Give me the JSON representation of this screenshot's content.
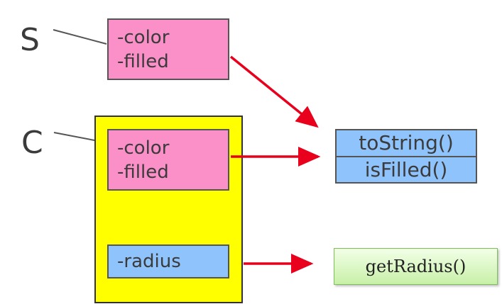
{
  "labels": {
    "s": "S",
    "c": "C"
  },
  "s_object": {
    "fields": [
      "-color",
      "-filled"
    ]
  },
  "c_object": {
    "inherited_fields": [
      "-color",
      "-filled"
    ],
    "own_fields": [
      "-radius"
    ]
  },
  "shape_methods": [
    "toString()",
    "isFilled()"
  ],
  "circle_methods": [
    "getRadius()"
  ],
  "colors": {
    "pink": "#fb8fc8",
    "blue": "#8fc3fb",
    "yellow": "#ffff00",
    "green": "#c8f0a8",
    "arrow": "#e8001c"
  }
}
